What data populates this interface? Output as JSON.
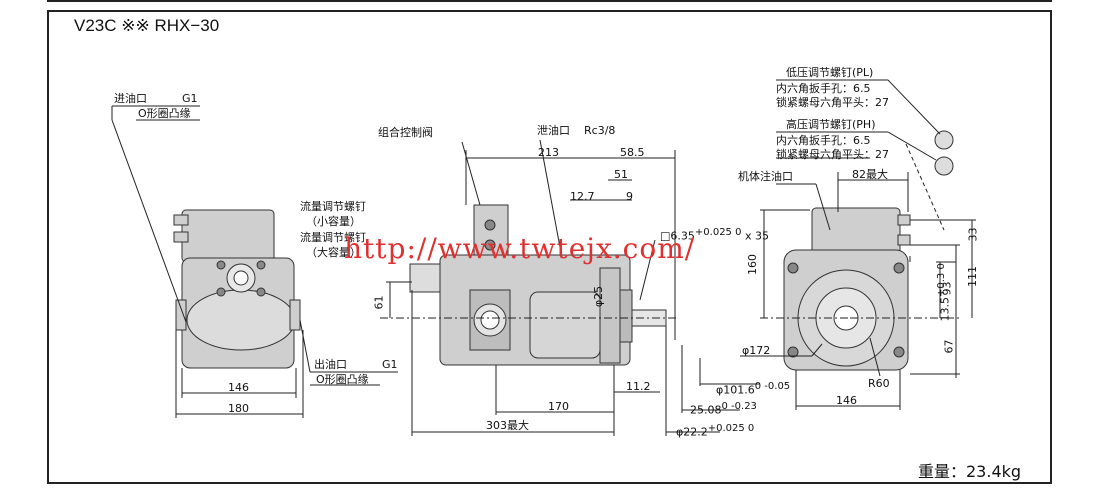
{
  "title": "V23C ※※ RHX−30",
  "weight": "重量：23.4kg",
  "watermark": "http://www.twtejx.com/",
  "left_view": {
    "inlet": "进油口",
    "inlet_g": "G1",
    "inlet_flange": "O形圈凸缘",
    "outlet": "出油口",
    "outlet_g": "G1",
    "outlet_flange": "O形圈凸缘",
    "dim_146": "146",
    "dim_180": "180"
  },
  "middle_view": {
    "combined_valve": "组合控制阀",
    "flow_screw_1": "流量调节螺钉",
    "small_cap": "（小容量）",
    "flow_screw_2": "流量调节螺钉",
    "large_cap": "（大容量）",
    "drain": "泄油口",
    "drain_rc": "Rc3/8",
    "dim_213": "213",
    "dim_58_5": "58.5",
    "dim_51": "51",
    "dim_12_7": "12.7",
    "dim_9": "9",
    "key": "6.35",
    "key_tol": "+0.025 0",
    "key_len": "x 35",
    "dim_61": "61",
    "dim_phi25": "φ25",
    "dim_11_2": "11.2",
    "dim_170": "170",
    "dim_303": "303最大",
    "dim_101_6": "φ101.6",
    "dim_101_6_tol": "0 -0.05",
    "dim_25_08": "25.08",
    "dim_25_08_tol": "0 -0.23",
    "dim_22_2": "φ22.2",
    "dim_22_2_tol": "+0.025 0"
  },
  "right_view": {
    "low_screw": "低压调节螺钉(PL)",
    "low_hex": "内六角扳手孔：6.5",
    "low_nut": "锁紧螺母六角平头：27",
    "high_screw": "高压调节螺钉(PH)",
    "high_hex": "内六角扳手孔：6.5",
    "high_nut": "锁紧螺母六角平头：27",
    "fill_port": "机体注油口",
    "dim_82": "82最大",
    "dim_33": "33",
    "dim_160": "160",
    "dim_13_5": "13.5",
    "dim_13_5_tol": "+0.3 0",
    "dim_93": "93",
    "dim_111": "111",
    "dim_67": "67",
    "dim_phi172": "φ172",
    "dim_r60": "R60",
    "dim_146": "146"
  }
}
